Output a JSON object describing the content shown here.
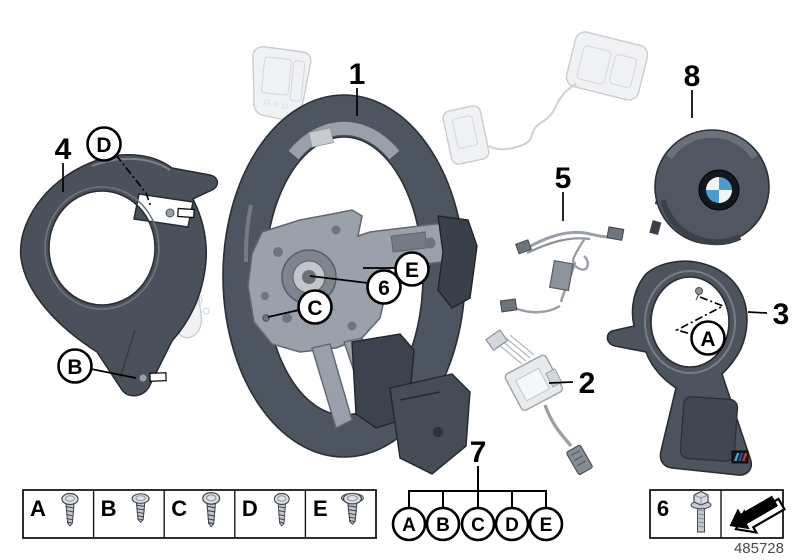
{
  "callouts": {
    "wheel": "1",
    "actuator": "2",
    "trim_front": "3",
    "trim_rear": "4",
    "harness": "5",
    "hub_screw": "6",
    "airbag": "8",
    "screw_a": "A",
    "screw_b": "B",
    "screw_c": "C",
    "screw_d": "D",
    "screw_e": "E"
  },
  "screw_group": {
    "label": "7",
    "members": [
      {
        "label": "A"
      },
      {
        "label": "B"
      },
      {
        "label": "C"
      },
      {
        "label": "D"
      },
      {
        "label": "E"
      }
    ]
  },
  "legend_table": {
    "cells": [
      {
        "label": "A",
        "icon": "pan-head-screw-icon"
      },
      {
        "label": "B",
        "icon": "pan-head-screw-icon"
      },
      {
        "label": "C",
        "icon": "pan-head-screw-icon"
      },
      {
        "label": "D",
        "icon": "pan-head-screw-icon"
      },
      {
        "label": "E",
        "icon": "flange-head-screw-icon"
      }
    ]
  },
  "hardware_box": {
    "label": "6",
    "icon": "hex-flange-bolt-icon",
    "arrow_icon": "installation-direction-arrow-icon"
  },
  "footer": {
    "drawing_number": "485728"
  },
  "icons": {
    "airbag_badge": "bmw-roundel-icon",
    "trim_badge": "m-logo-icon"
  },
  "colors": {
    "part_dark": "#4d545e",
    "part_mid": "#9aa1ab",
    "ghost": "#d3d6da",
    "roundel_blue": "#4e9ad2",
    "m_light_blue": "#4fa0d8",
    "m_dark_blue": "#2953a0",
    "m_red": "#d0342c"
  }
}
